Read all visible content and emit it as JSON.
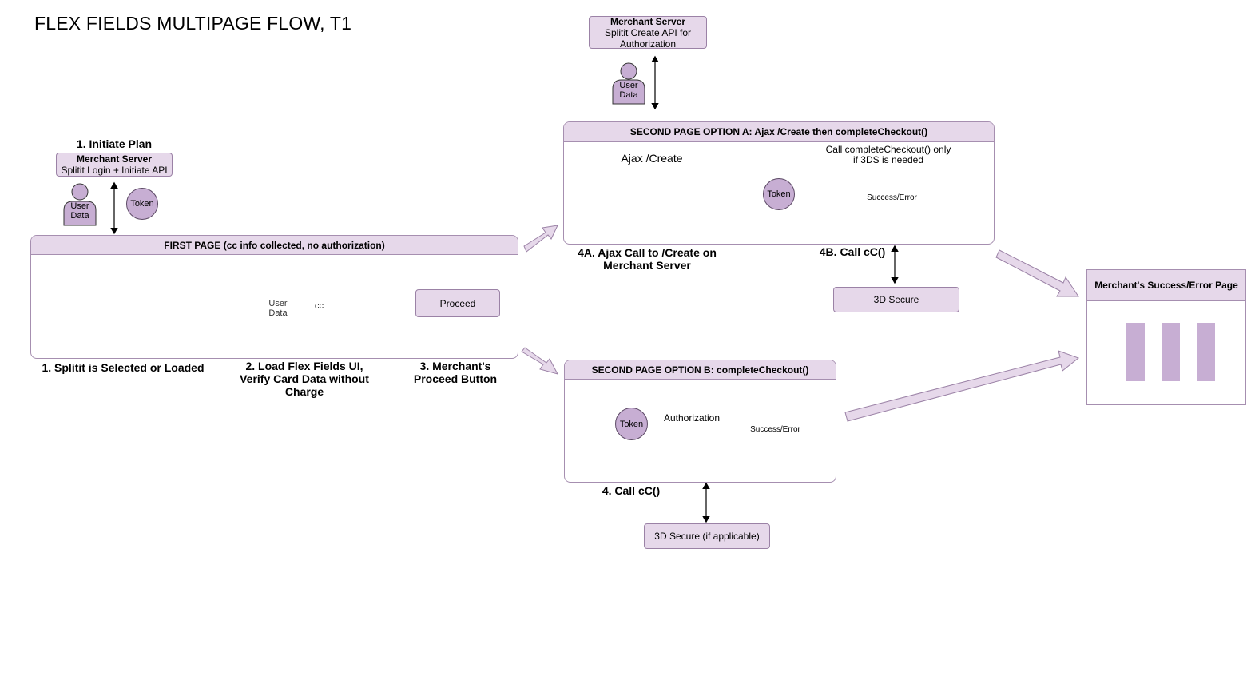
{
  "title": "FLEX FIELDS MULTIPAGE FLOW, T1",
  "colors": {
    "fill_light": "#e6d8ea",
    "fill_mid": "#c7aed3",
    "stroke": "#9b82a6"
  },
  "top_server": {
    "title": "Merchant Server",
    "line1": "Splitit Create API for",
    "line2": "Authorization"
  },
  "initiate": {
    "label": "1. Initiate Plan",
    "server_title": "Merchant Server",
    "server_sub": "Splitit Login + Initiate API",
    "user_line1": "User",
    "user_line2": "Data",
    "token": "Token"
  },
  "first_page": {
    "header": "FIRST PAGE (cc info collected, no authorization)",
    "user_line1": "User",
    "user_line2": "Data",
    "cc": "cc",
    "proceed": "Proceed",
    "step1": "1. Splitit is Selected or Loaded",
    "step2_l1": "2. Load Flex Fields UI,",
    "step2_l2": "Verify Card Data without",
    "step2_l3": "Charge",
    "step3_l1": "3. Merchant's",
    "step3_l2": "Proceed Button"
  },
  "option_a": {
    "header": "SECOND PAGE OPTION A: Ajax /Create then completeCheckout()",
    "ajax": "Ajax /Create",
    "note_l1": "Call completeCheckout() only",
    "note_l2": "if 3DS is needed",
    "token": "Token",
    "envelope": "Success/Error",
    "user_line1": "User",
    "user_line2": "Data",
    "step4a_l1": "4A. Ajax Call to /Create on",
    "step4a_l2": "Merchant Server",
    "step4b": "4B. Call cC()",
    "secure": "3D Secure"
  },
  "option_b": {
    "header": "SECOND PAGE OPTION B: completeCheckout()",
    "token": "Token",
    "authorization": "Authorization",
    "envelope": "Success/Error",
    "step4": "4. Call cC()",
    "secure": "3D Secure (if applicable)"
  },
  "result_page": {
    "header": "Merchant's Success/Error Page"
  }
}
